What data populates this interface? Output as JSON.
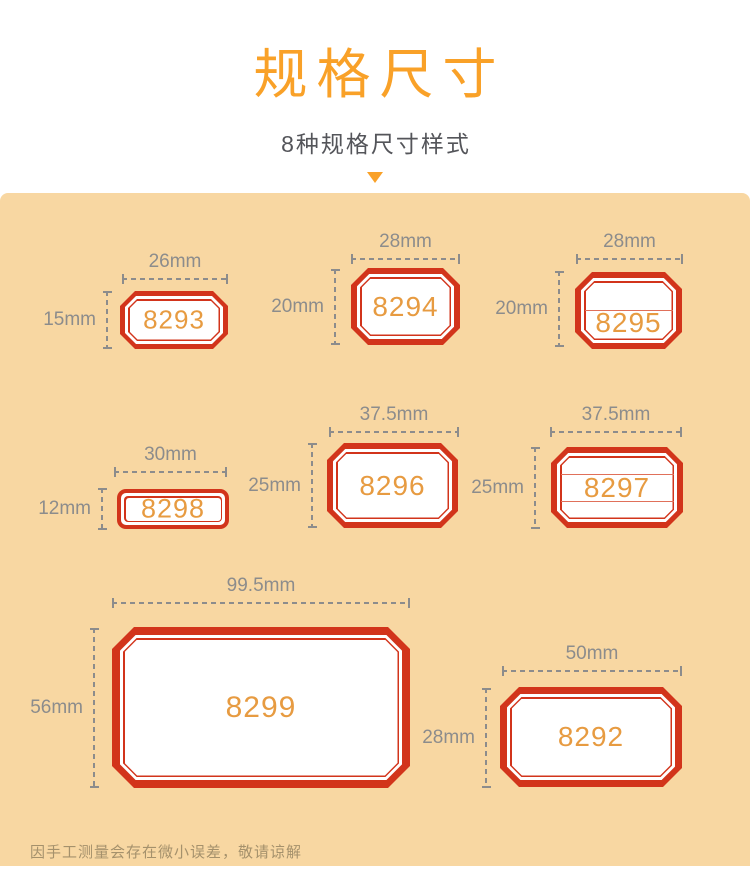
{
  "header": {
    "title": "规格尺寸",
    "subtitle": "8种规格尺寸样式"
  },
  "panel": {
    "note": "因手工测量会存在微小误差，敬请谅解"
  },
  "colors": {
    "accent_orange": "#F9A128",
    "sticker_red": "#D2341B",
    "number_orange": "#E79B41",
    "panel_background": "#F8D7A2",
    "dimension_gray": "#8C8C8C",
    "subtitle_gray": "#54555A",
    "note_brown": "#A5916C"
  },
  "specs": [
    {
      "model": "8293",
      "width": "26mm",
      "height": "15mm",
      "style": "octagon"
    },
    {
      "model": "8294",
      "width": "28mm",
      "height": "20mm",
      "style": "octagon"
    },
    {
      "model": "8295",
      "width": "28mm",
      "height": "20mm",
      "style": "octagon-1-line"
    },
    {
      "model": "8298",
      "width": "30mm",
      "height": "12mm",
      "style": "rounded-rect"
    },
    {
      "model": "8296",
      "width": "37.5mm",
      "height": "25mm",
      "style": "octagon"
    },
    {
      "model": "8297",
      "width": "37.5mm",
      "height": "25mm",
      "style": "octagon-2-lines"
    },
    {
      "model": "8299",
      "width": "99.5mm",
      "height": "56mm",
      "style": "octagon"
    },
    {
      "model": "8292",
      "width": "50mm",
      "height": "28mm",
      "style": "octagon"
    }
  ]
}
